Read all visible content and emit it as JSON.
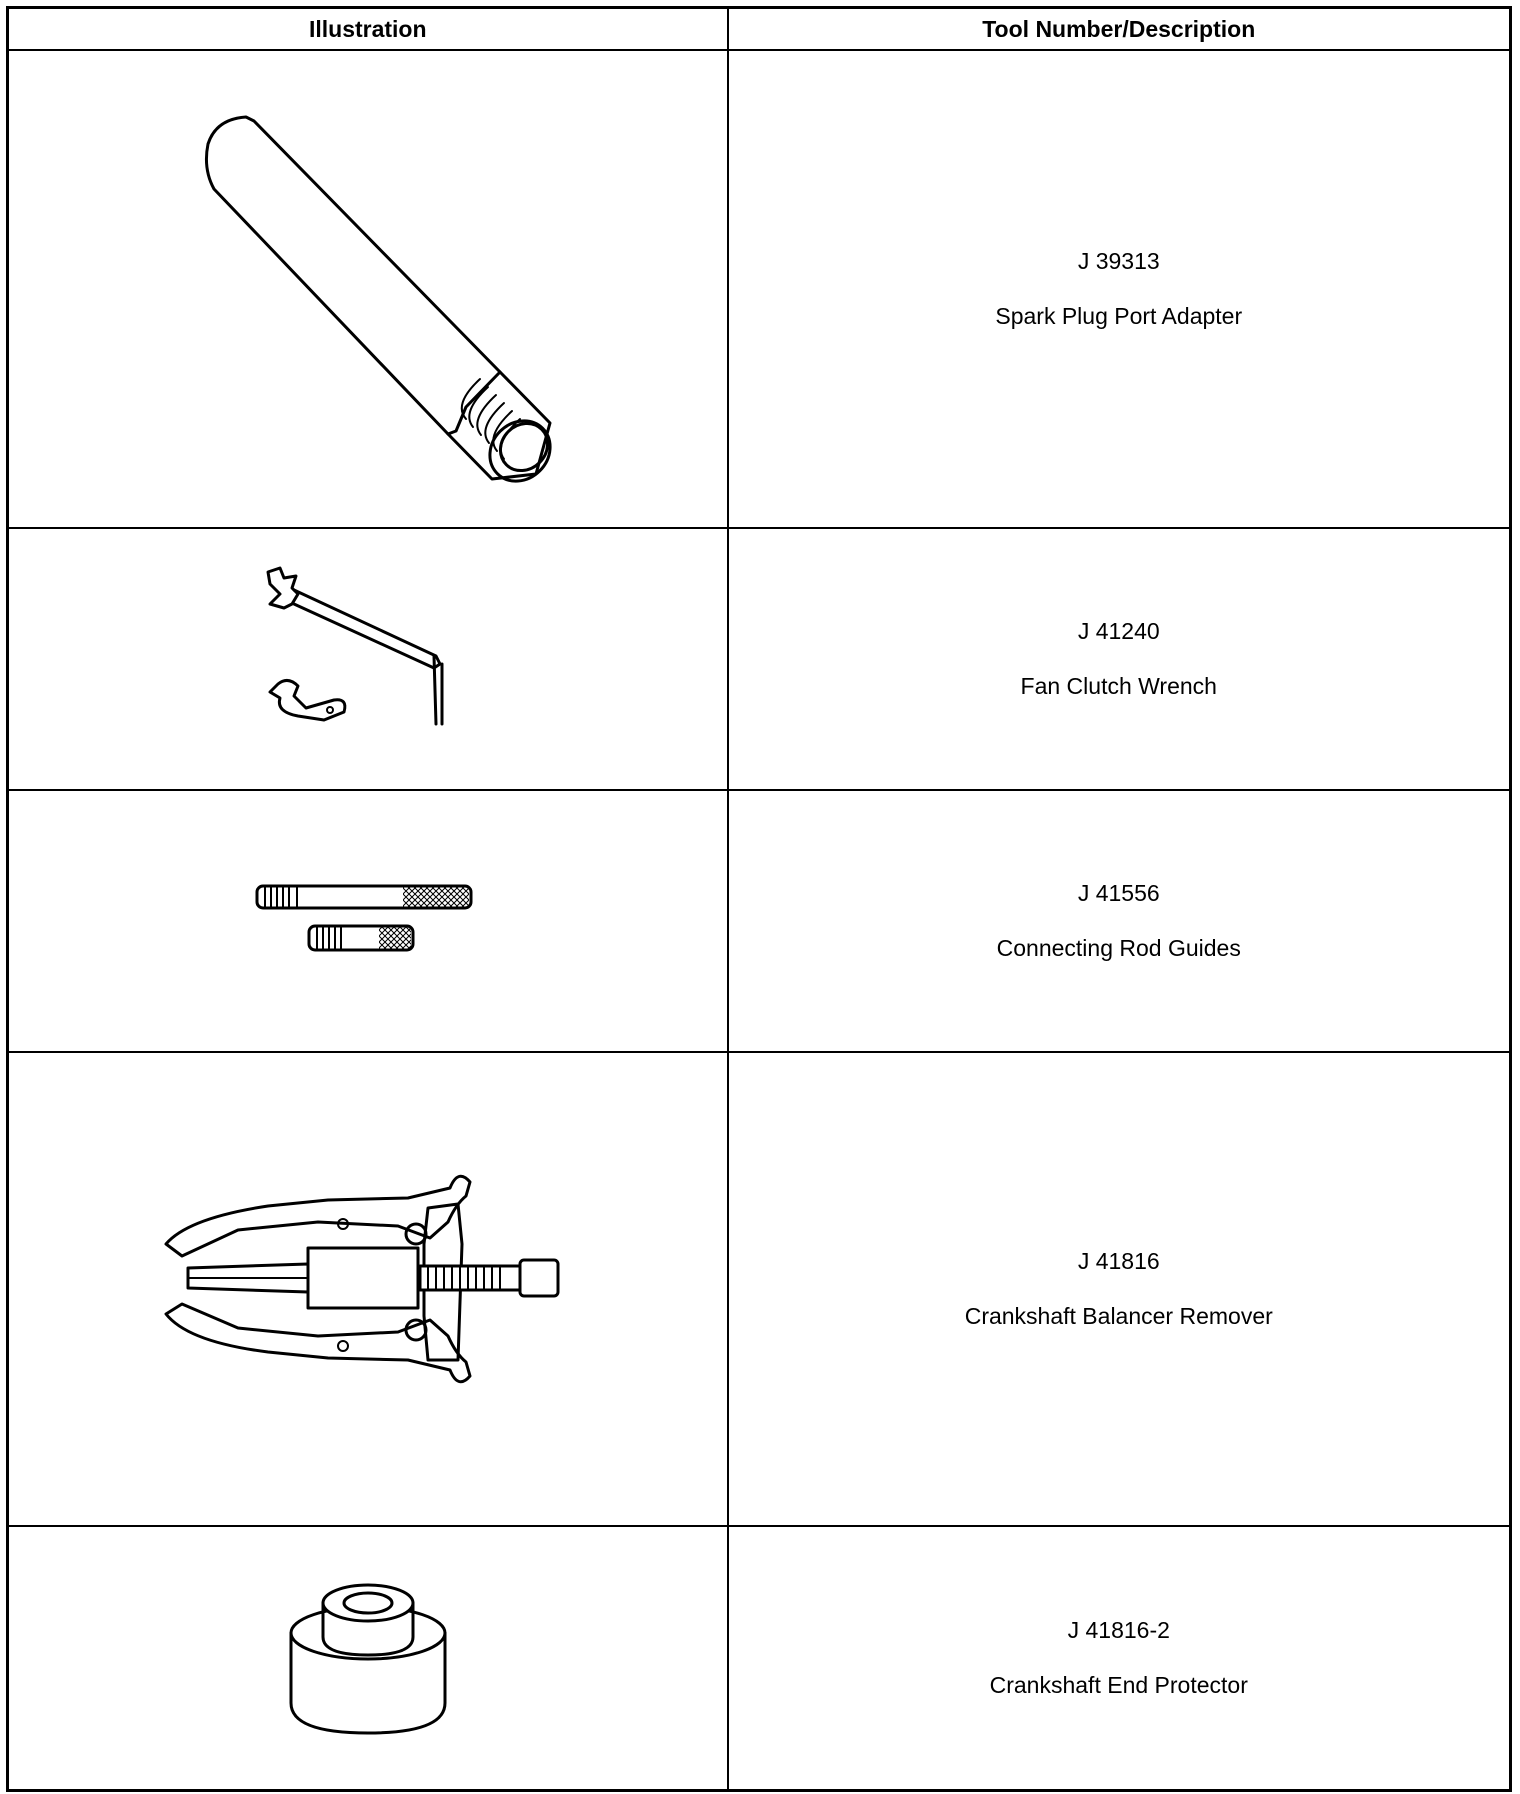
{
  "header": {
    "illustration": "Illustration",
    "tool": "Tool Number/Description"
  },
  "rows": [
    {
      "number": "J 39313",
      "description": "Spark Plug Port Adapter",
      "icon": "spark-plug-port-adapter-icon"
    },
    {
      "number": "J 41240",
      "description": "Fan Clutch Wrench",
      "icon": "fan-clutch-wrench-icon"
    },
    {
      "number": "J 41556",
      "description": "Connecting Rod Guides",
      "icon": "connecting-rod-guides-icon"
    },
    {
      "number": "J 41816",
      "description": "Crankshaft Balancer Remover",
      "icon": "crankshaft-balancer-remover-icon"
    },
    {
      "number": "J 41816-2",
      "description": "Crankshaft End Protector",
      "icon": "crankshaft-end-protector-icon"
    }
  ]
}
